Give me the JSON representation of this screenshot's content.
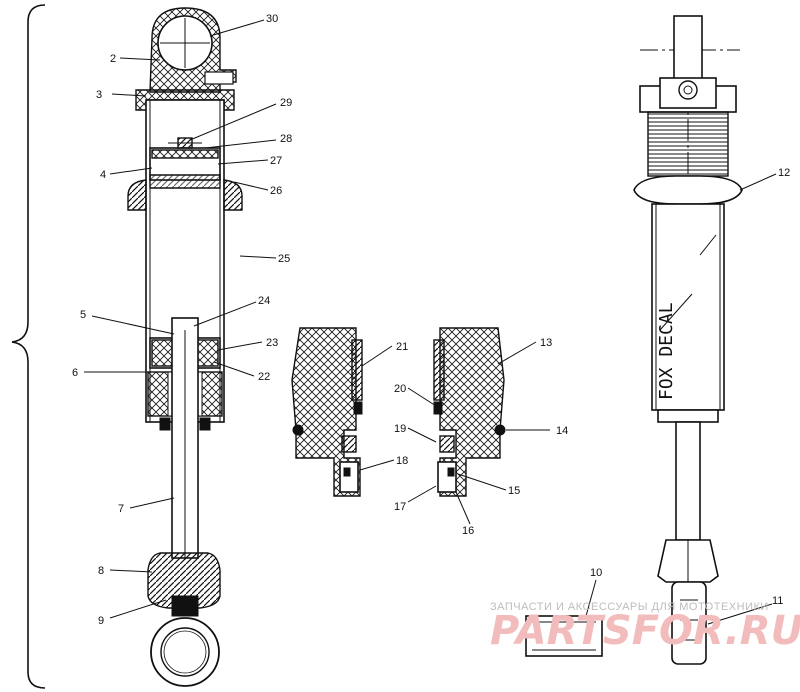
{
  "callouts": [
    {
      "id": "c30",
      "text": "30"
    },
    {
      "id": "c2",
      "text": "2"
    },
    {
      "id": "c3",
      "text": "3"
    },
    {
      "id": "c29",
      "text": "29"
    },
    {
      "id": "c28",
      "text": "28"
    },
    {
      "id": "c4",
      "text": "4"
    },
    {
      "id": "c27",
      "text": "27"
    },
    {
      "id": "c26",
      "text": "26"
    },
    {
      "id": "c25",
      "text": "25"
    },
    {
      "id": "c24",
      "text": "24"
    },
    {
      "id": "c5",
      "text": "5"
    },
    {
      "id": "c23",
      "text": "23"
    },
    {
      "id": "c6",
      "text": "6"
    },
    {
      "id": "c22",
      "text": "22"
    },
    {
      "id": "c7",
      "text": "7"
    },
    {
      "id": "c8",
      "text": "8"
    },
    {
      "id": "c9",
      "text": "9"
    },
    {
      "id": "c21",
      "text": "21"
    },
    {
      "id": "c13",
      "text": "13"
    },
    {
      "id": "c20",
      "text": "20"
    },
    {
      "id": "c19",
      "text": "19"
    },
    {
      "id": "c14",
      "text": "14"
    },
    {
      "id": "c18",
      "text": "18"
    },
    {
      "id": "c15",
      "text": "15"
    },
    {
      "id": "c17",
      "text": "17"
    },
    {
      "id": "c16",
      "text": "16"
    },
    {
      "id": "c12",
      "text": "12"
    },
    {
      "id": "c10",
      "text": "10"
    },
    {
      "id": "c11",
      "text": "11"
    }
  ],
  "decal_text": "FOX DECAL",
  "watermark": {
    "line1": "ЗАПЧАСТИ И АКСЕССУАРЫ ДЛЯ МОТОТЕХНИКИ",
    "line2": "PARTSFOR.RU"
  }
}
